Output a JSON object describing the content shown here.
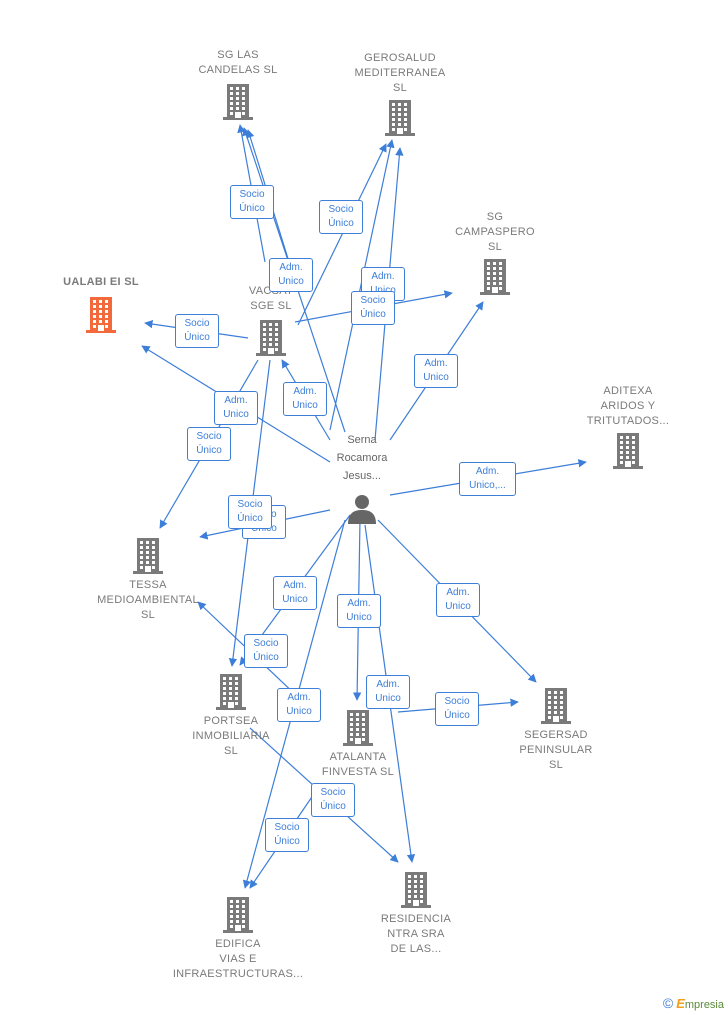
{
  "colors": {
    "edge": "#3d7ed8",
    "building": "#7a7a7a",
    "highlight": "#f26a3b",
    "person": "#666666"
  },
  "person": {
    "name": "Serna\nRocamora\nJesus...",
    "icon": "person-icon"
  },
  "nodes": [
    {
      "id": "sg-las-candelas",
      "label": "SG LAS\nCANDELAS  SL",
      "icon": "building-icon"
    },
    {
      "id": "gerosalud",
      "label": "GEROSALUD\nMEDITERRANEA\nSL",
      "icon": "building-icon"
    },
    {
      "id": "sg-campaspero",
      "label": "SG\nCAMPASPERO\nSL",
      "icon": "building-icon"
    },
    {
      "id": "ualabi",
      "label": "UALABI EI  SL",
      "icon": "building-icon",
      "highlight": true
    },
    {
      "id": "vacsat",
      "label": "VACSAT\nSGE  SL",
      "icon": "building-icon"
    },
    {
      "id": "aditexa",
      "label": "ADITEXA\nARIDOS Y\nTRITUTADOS...",
      "icon": "building-icon"
    },
    {
      "id": "tessa",
      "label": "TESSA\nMEDIOAMBIENTAL\nSL",
      "icon": "building-icon"
    },
    {
      "id": "portsea",
      "label": "PORTSEA\nINMOBILIARIA\nSL",
      "icon": "building-icon"
    },
    {
      "id": "atalanta",
      "label": "ATALANTA\nFINVESTA  SL",
      "icon": "building-icon"
    },
    {
      "id": "segersad",
      "label": "SEGERSAD\nPENINSULAR\nSL",
      "icon": "building-icon"
    },
    {
      "id": "edifica",
      "label": "EDIFICA\nVIAS E\nINFRAESTRUCTURAS...",
      "icon": "building-icon"
    },
    {
      "id": "residencia",
      "label": "RESIDENCIA\nNTRA SRA\nDE LAS...",
      "icon": "building-icon"
    }
  ],
  "edge_labels": [
    "Socio\nÚnico",
    "Socio\nÚnico",
    "Adm.\nUnico",
    "Adm.\nUnico",
    "Socio\nÚnico",
    "Socio\nÚnico",
    "Adm.\nUnico",
    "Adm.\nUnico",
    "Adm.\nUnico",
    "Socio\nÚnico",
    "Adm.\nUnico,...",
    "Socio\nÚnico",
    "Socio\nÚnico",
    "Adm.\nUnico",
    "Adm.\nUnico",
    "Adm.\nUnico",
    "Socio\nÚnico",
    "Adm.\nUnico",
    "Adm.\nUnico",
    "Socio\nÚnico",
    "Socio\nÚnico",
    "Socio\nÚnico"
  ],
  "footer": {
    "copyright": "©",
    "brand_initial": "E",
    "brand_rest": "mpresia"
  }
}
